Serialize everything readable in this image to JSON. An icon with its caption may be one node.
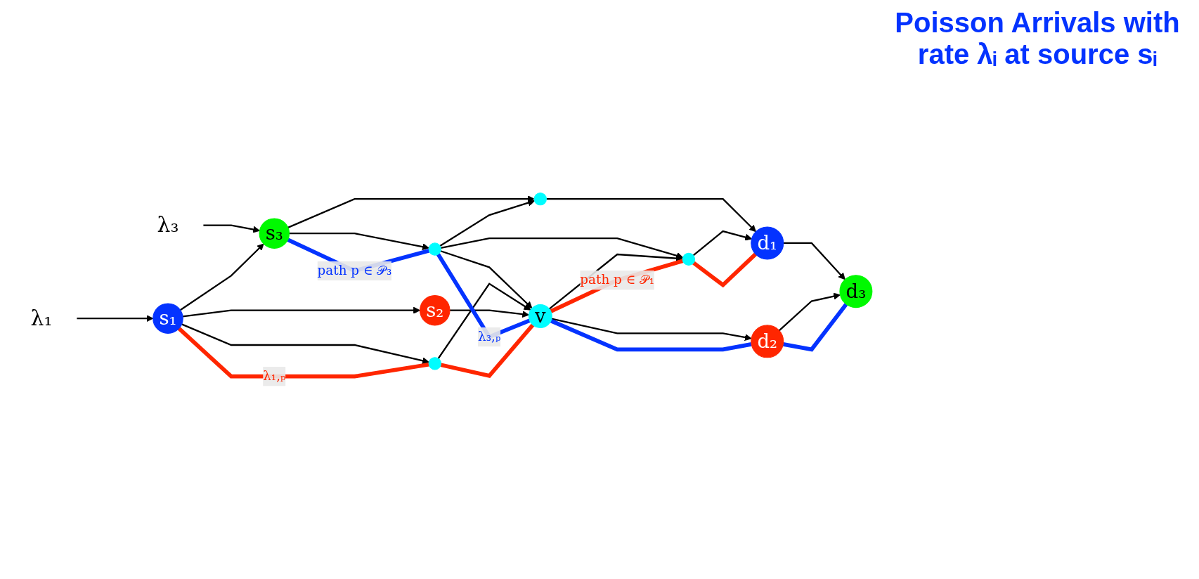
{
  "diagram": {
    "title": "Poisson Arrivals with rate λᵢ at source sᵢ",
    "nodes": [
      {
        "text": [
          "λ₃"
        ]
      },
      {
        "text": [
          "s₃"
        ]
      },
      {
        "text": [
          "λ₁"
        ]
      },
      {
        "text": [
          "s₁"
        ]
      },
      {
        "text": [],
        "shape": "circle"
      },
      {
        "text": [],
        "shape": "circle"
      },
      {
        "text": [
          "d₁"
        ]
      },
      {
        "text": [],
        "shape": "circle"
      },
      {
        "text": [],
        "shape": "circle"
      },
      {
        "text": [
          "v"
        ]
      },
      {
        "text": [
          "d₃"
        ]
      },
      {
        "text": [
          "s₂"
        ]
      },
      {
        "text": [
          "d₂"
        ]
      }
    ],
    "edges": [
      {
        "from": 0,
        "to": 1,
        "arrow": "to"
      },
      {
        "from": 2,
        "to": 3,
        "arrow": "to"
      },
      {
        "from": 3,
        "to": 1,
        "arrow": "to"
      },
      {
        "from": 3,
        "to": 7,
        "arrow": "to"
      },
      {
        "from": 3,
        "to": 11,
        "arrow": "to"
      },
      {
        "from": 1,
        "to": 4,
        "arrow": "to"
      },
      {
        "from": 1,
        "to": 5,
        "arrow": "to"
      },
      {
        "from": 5,
        "to": 4,
        "arrow": "to"
      },
      {
        "from": 4,
        "to": 6,
        "arrow": "to"
      },
      {
        "from": 5,
        "to": 9,
        "arrow": "to"
      },
      {
        "from": 5,
        "to": 8,
        "arrow": "to"
      },
      {
        "from": 7,
        "to": 9,
        "arrow": "to"
      },
      {
        "from": 11,
        "to": 9,
        "arrow": "to"
      },
      {
        "from": 9,
        "to": 8,
        "arrow": "to"
      },
      {
        "from": 9,
        "to": 12,
        "arrow": "to"
      },
      {
        "from": 8,
        "to": 6,
        "arrow": "to"
      },
      {
        "from": 6,
        "to": 10,
        "arrow": "to"
      },
      {
        "from": 12,
        "to": 10,
        "arrow": "to"
      },
      {
        "from": 1,
        "to": 5,
        "arrow": "none",
        "style": "thick",
        "color": "#0433ff",
        "label": "path p ∈ 𝒫₃"
      },
      {
        "from": 5,
        "to": 9,
        "arrow": "none",
        "style": "thick",
        "color": "#0433ff",
        "label": "λ₃,ₚ"
      },
      {
        "from": 9,
        "to": 12,
        "arrow": "none",
        "style": "thick",
        "color": "#0433ff"
      },
      {
        "from": 12,
        "to": 10,
        "arrow": "none",
        "style": "thick",
        "color": "#0433ff"
      },
      {
        "from": 3,
        "to": 7,
        "arrow": "none",
        "style": "thick",
        "color": "#ff2600",
        "label": "λ₁,ₚ"
      },
      {
        "from": 7,
        "to": 9,
        "arrow": "none",
        "style": "thick",
        "color": "#ff2600"
      },
      {
        "from": 9,
        "to": 8,
        "arrow": "none",
        "style": "thick",
        "color": "#ff2600",
        "label": "path p ∈ 𝒫₁"
      },
      {
        "from": 8,
        "to": 6,
        "arrow": "none",
        "style": "thick",
        "color": "#ff2600"
      }
    ]
  }
}
